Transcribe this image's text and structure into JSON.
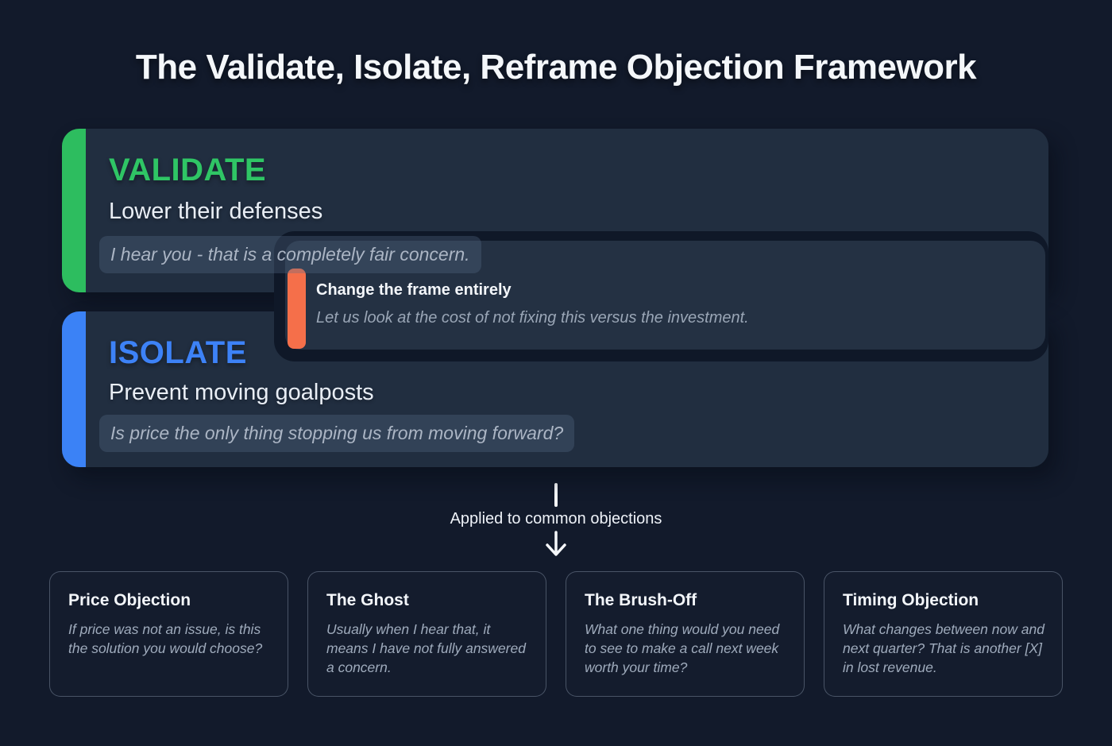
{
  "page": {
    "title": "The Validate, Isolate, Reframe Objection Framework"
  },
  "steps": {
    "validate": {
      "title": "VALIDATE",
      "subtitle": "Lower their defenses",
      "quote": "I hear you - that is a completely fair concern."
    },
    "reframe": {
      "title": "Change the frame entirely",
      "quote": "Let us look at the cost of not fixing this versus the investment."
    },
    "isolate": {
      "title": "ISOLATE",
      "subtitle": "Prevent moving goalposts",
      "quote": "Is price the only thing stopping us from moving forward?"
    }
  },
  "connector": {
    "label": "Applied to common objections",
    "arrow_icon": "down-arrow-icon"
  },
  "objections": [
    {
      "title": "Price Objection",
      "quote": "If price was not an issue, is this the solution you would choose?"
    },
    {
      "title": "The Ghost",
      "quote": "Usually when I hear that, it means I have not fully answered a concern."
    },
    {
      "title": "The Brush-Off",
      "quote": "What one thing would you need to see to make a call next week worth your time?"
    },
    {
      "title": "Timing Objection",
      "quote": "What changes between now and next quarter? That is another [X] in lost revenue."
    }
  ],
  "colors": {
    "background": "#121a2b",
    "card": "#212e40",
    "card_inner": "#243143",
    "validate_accent": "#2dbd5f",
    "validate_title": "#2fc565",
    "isolate_accent": "#3b82f6",
    "isolate_title": "#3d82f7",
    "reframe_accent": "#f56f4a",
    "title_text": "#f4f7fa",
    "quote_text": "#abb5c4"
  }
}
